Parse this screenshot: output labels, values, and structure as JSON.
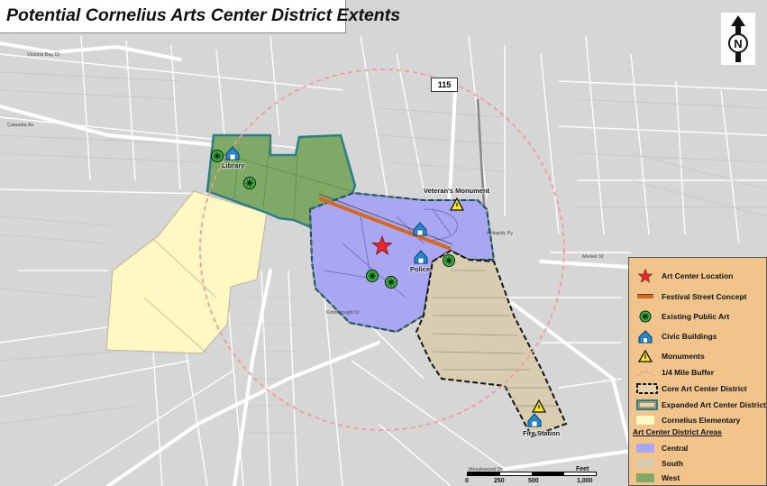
{
  "title": "Potential Cornelius Arts Center District Extents",
  "highway_shield": "115",
  "map_labels": {
    "library": "Library",
    "police": "Police",
    "veterans_monument": "Veteran's Monument",
    "fire_station": "Fire Station"
  },
  "street_labels": {
    "victoria_bay": "Victoria Bay Dr",
    "catawba": "Catawba Av",
    "antiquity": "Antiquity Py",
    "merkel": "Merkel St",
    "kimborough": "Kimborough Dr",
    "meadowood": "Meadowood Dr"
  },
  "legend": {
    "items": [
      {
        "label": "Art Center Location",
        "icon": "red-star-icon",
        "color": "#e8262c"
      },
      {
        "label": "Festival Street Concept",
        "icon": "orange-line-icon",
        "color": "#d9661f"
      },
      {
        "label": "Existing Public Art",
        "icon": "green-burst-icon",
        "color": "#35c23a"
      },
      {
        "label": "Civic Buildings",
        "icon": "blue-house-icon",
        "color": "#1f8ed6"
      },
      {
        "label": "Monuments",
        "icon": "yellow-triangle-icon",
        "color": "#f7e81c"
      },
      {
        "label": "1/4 Mile Buffer",
        "icon": "pink-dashed-circle-icon",
        "color": "#f29a9a"
      },
      {
        "label": "Core Art Center District",
        "icon": "black-dashed-outline-icon",
        "color": "#111111"
      },
      {
        "label": "Expanded Art Center District",
        "icon": "teal-outline-icon",
        "color": "#2a7f86"
      },
      {
        "label": "Cornelius Elementary",
        "icon": "cream-swatch-icon",
        "color": "#fff8c2"
      }
    ],
    "areas_heading": "Art Center District Areas",
    "areas": [
      {
        "label": "Central",
        "color": "#a9a6f2"
      },
      {
        "label": "South",
        "color": "#d8cdb1"
      },
      {
        "label": "West",
        "color": "#7fa967"
      }
    ]
  },
  "scale_bar": {
    "unit": "Feet",
    "ticks": [
      "0",
      "250",
      "500",
      "1,000"
    ]
  },
  "north_arrow": {
    "letter": "N"
  }
}
